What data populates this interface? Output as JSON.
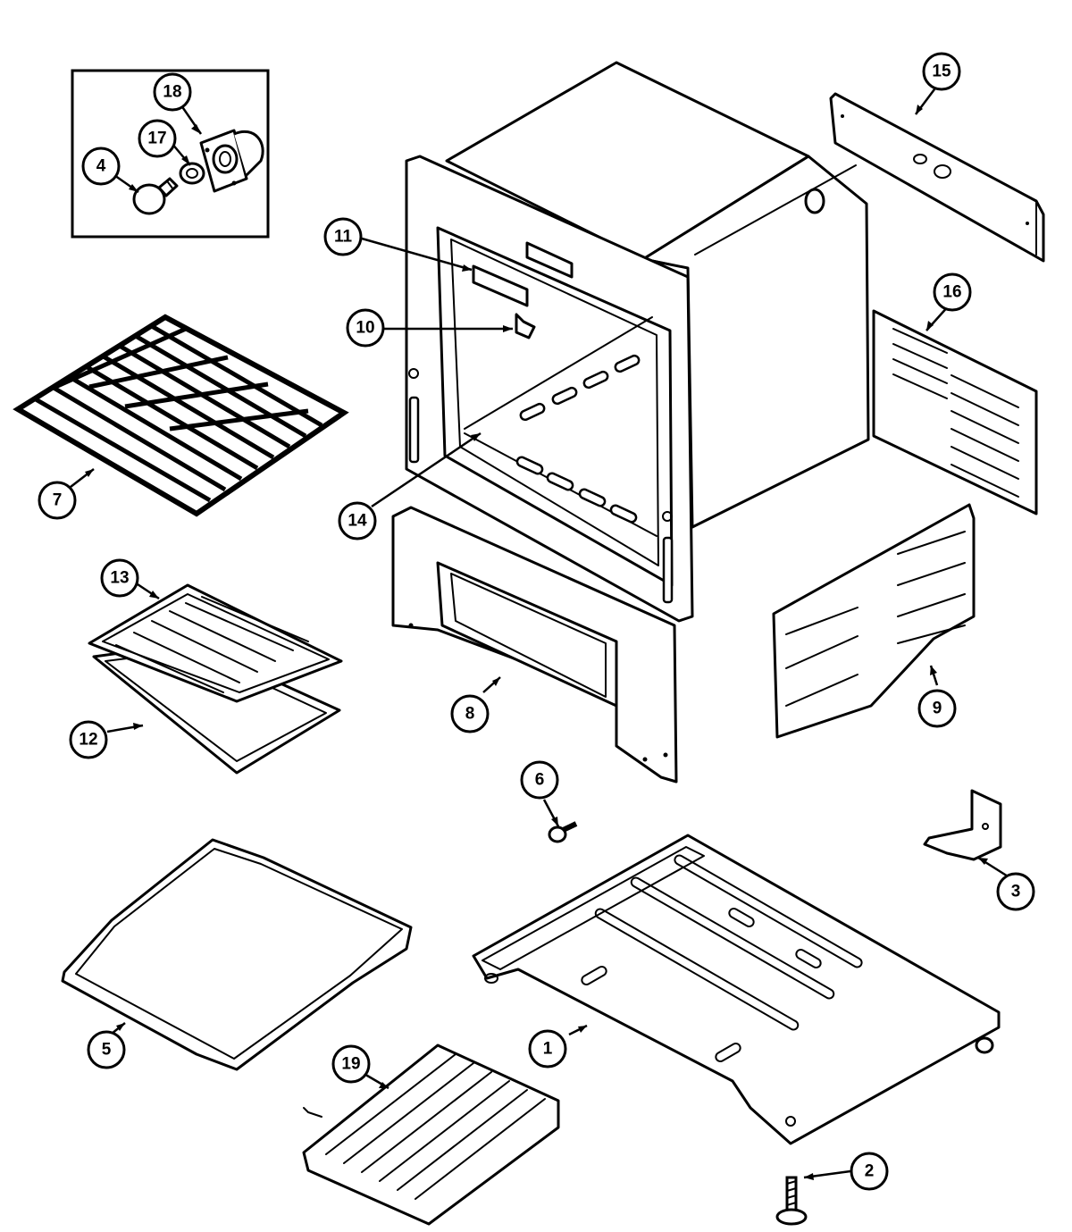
{
  "diagram": {
    "type": "exploded-parts-view",
    "callouts": [
      {
        "id": "c1",
        "label": "1"
      },
      {
        "id": "c2",
        "label": "2"
      },
      {
        "id": "c3",
        "label": "3"
      },
      {
        "id": "c4",
        "label": "4"
      },
      {
        "id": "c5",
        "label": "5"
      },
      {
        "id": "c6",
        "label": "6"
      },
      {
        "id": "c7",
        "label": "7"
      },
      {
        "id": "c8",
        "label": "8"
      },
      {
        "id": "c9",
        "label": "9"
      },
      {
        "id": "c10",
        "label": "10"
      },
      {
        "id": "c11",
        "label": "11"
      },
      {
        "id": "c12",
        "label": "12"
      },
      {
        "id": "c13",
        "label": "13"
      },
      {
        "id": "c14",
        "label": "14"
      },
      {
        "id": "c15",
        "label": "15"
      },
      {
        "id": "c16",
        "label": "16"
      },
      {
        "id": "c17",
        "label": "17"
      },
      {
        "id": "c18",
        "label": "18"
      },
      {
        "id": "c19",
        "label": "19"
      }
    ]
  }
}
